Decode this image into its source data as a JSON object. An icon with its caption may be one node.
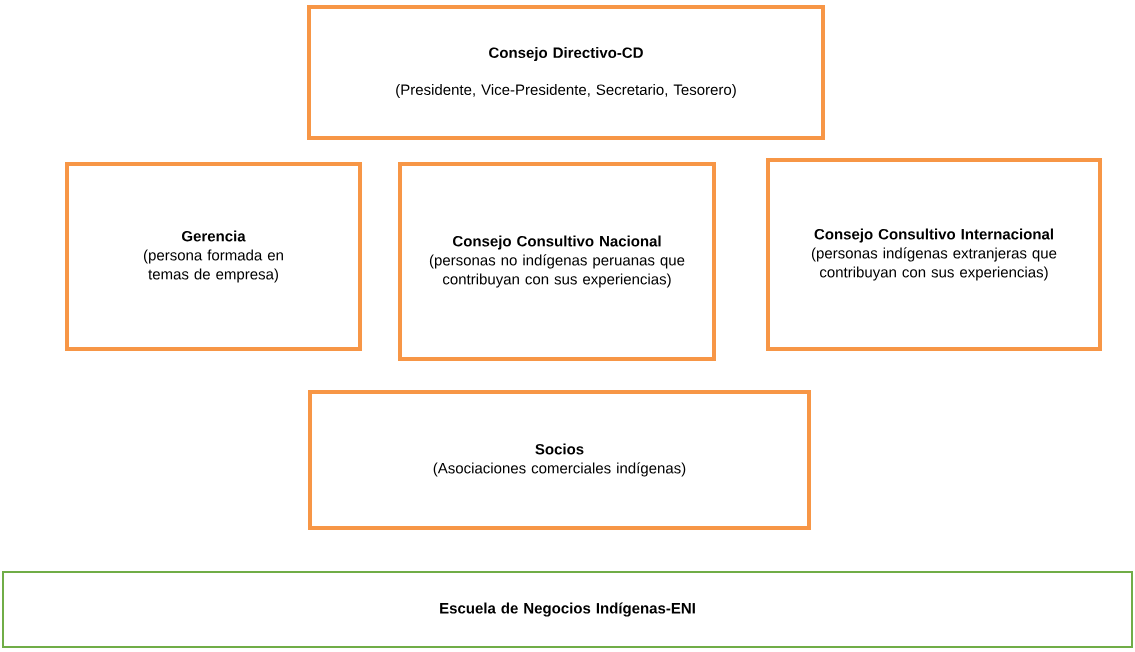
{
  "diagram": {
    "nodes": [
      {
        "text": [
          "Consejo Directivo-CD",
          "(Presidente, Vice-Presidente, Secretario, Tesorero)"
        ]
      },
      {
        "text": [
          "Gerencia",
          "(persona formada en temas de empresa)"
        ]
      },
      {
        "text": [
          "Consejo Consultivo Nacional",
          "(personas no indígenas peruanas que contribuyan con sus experiencias)"
        ]
      },
      {
        "text": [
          "Consejo Consultivo Internacional",
          "(personas indígenas extranjeras que contribuyan con sus experiencias)"
        ]
      },
      {
        "text": [
          "Socios",
          "(Asociaciones comerciales indígenas)"
        ]
      },
      {
        "text": [
          "Escuela de Negocios Indígenas-ENI"
        ]
      }
    ]
  }
}
